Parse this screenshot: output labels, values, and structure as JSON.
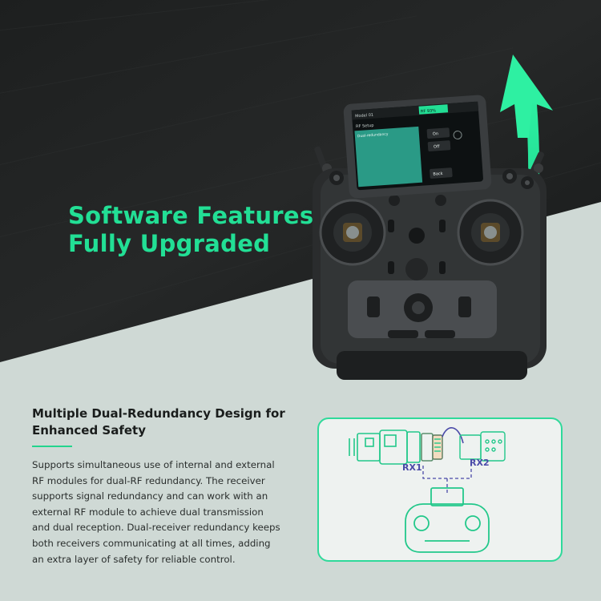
{
  "hero": {
    "headline_line1": "Software Features",
    "headline_line2": "Fully Upgraded",
    "accent_color": "#22df95"
  },
  "controller_screen": {
    "model_label": "Model 01",
    "status_label": "RF 93%",
    "menu_title": "RF Setup",
    "selected_item": "Dual-redundancy",
    "option_1": "On",
    "option_2": "Off",
    "back_label": "Back"
  },
  "safety": {
    "title_line1": "Multiple Dual-Redundancy Design for",
    "title_line2": "Enhanced Safety",
    "body": "Supports simultaneous use of internal and external RF modules for dual-RF redundancy. The receiver supports signal redundancy and can work with an external RF module to achieve dual transmission and dual reception. Dual-receiver redundancy keeps both receivers communicating at all times, adding an extra layer of safety for reliable control."
  },
  "diagram": {
    "rx1_label": "RX1",
    "rx2_label": "RX2"
  }
}
